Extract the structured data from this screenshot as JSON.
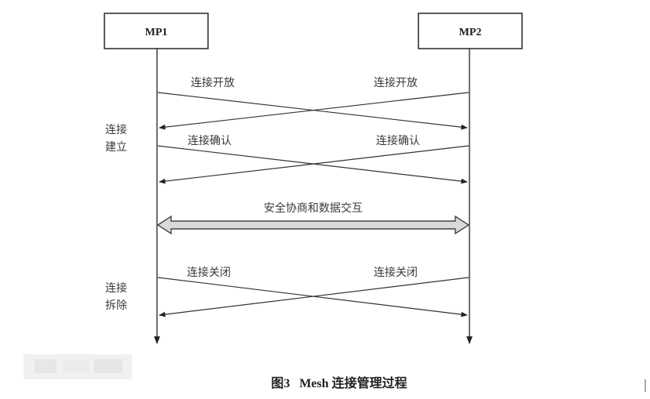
{
  "entities": [
    {
      "id": "mp1",
      "label": "MP1"
    },
    {
      "id": "mp2",
      "label": "MP2"
    }
  ],
  "phases": {
    "establish": {
      "line1": "连接",
      "line2": "建立"
    },
    "teardown": {
      "line1": "连接",
      "line2": "拆除"
    }
  },
  "messages": {
    "open_left": "连接开放",
    "open_right": "连接开放",
    "confirm_left": "连接确认",
    "confirm_right": "连接确认",
    "exchange": "安全协商和数据交互",
    "close_left": "连接关闭",
    "close_right": "连接关闭"
  },
  "caption": "图3   Mesh 连接管理过程"
}
